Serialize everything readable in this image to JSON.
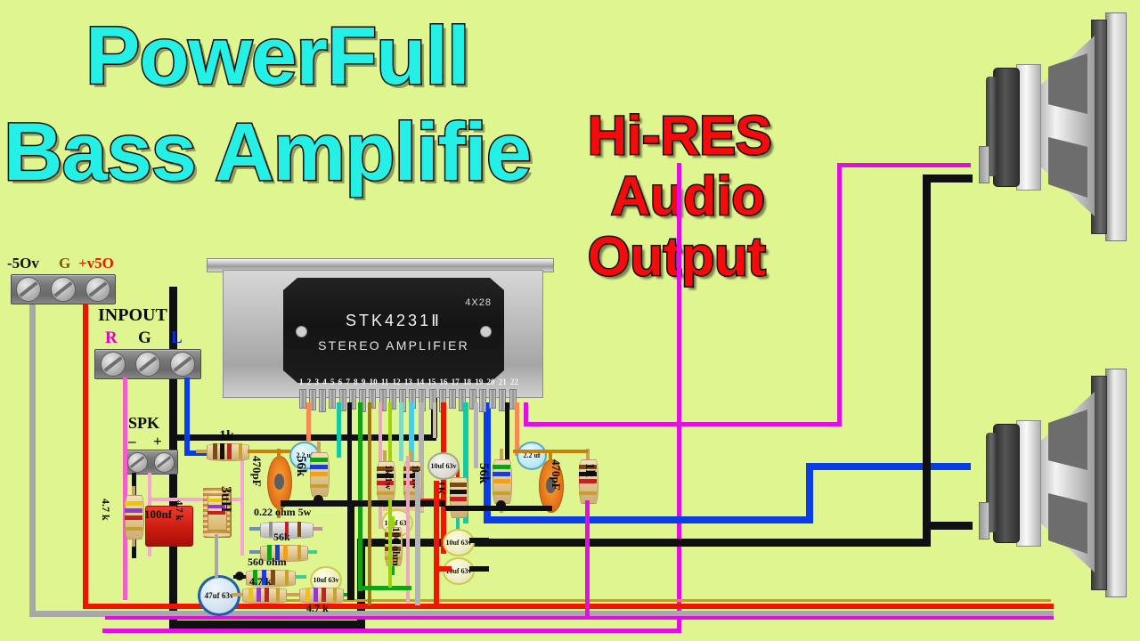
{
  "page": {
    "background_color": "#dff58f",
    "domain": "circuit-diagram"
  },
  "titles": {
    "line1": "PowerFull",
    "line2": "Bass Amplifie",
    "color_cyan": "#25f0e6",
    "color_red": "#f40c0c",
    "badge_line1": "Hi-RES",
    "badge_line2": "Audio",
    "badge_line3": "Output"
  },
  "ic": {
    "part_number": "STK4231Ⅱ",
    "subtitle": "STEREO AMPLIFIER",
    "marking": "4X28",
    "pin_count": 22,
    "pin_numbers": [
      "1",
      "2",
      "3",
      "4",
      "5",
      "6",
      "7",
      "8",
      "9",
      "10",
      "11",
      "12",
      "13",
      "14",
      "15",
      "16",
      "17",
      "18",
      "19",
      "20",
      "21",
      "22"
    ]
  },
  "terminals": {
    "power": {
      "labels": [
        "-5Ov",
        "G",
        "+v5O"
      ],
      "label_colors": [
        "#101010",
        "#7a5a00",
        "#e01b00"
      ],
      "screw_count": 3
    },
    "input": {
      "title": "INPOUT",
      "labels": [
        "R",
        "G",
        "L"
      ],
      "label_colors": [
        "#e000c8",
        "#101010",
        "#0a2fe0"
      ],
      "screw_count": 3
    },
    "speaker": {
      "title": "SPK",
      "labels": [
        "–",
        "+"
      ],
      "screw_count": 2
    }
  },
  "components": [
    {
      "id": "r-4k7-left",
      "label": "4.7 k",
      "type": "resistor"
    },
    {
      "id": "c-100nf",
      "label": "100nf",
      "type": "film-capacitor"
    },
    {
      "id": "r-4k7-pink",
      "label": "4.7 k",
      "type": "resistor"
    },
    {
      "id": "l-3uh",
      "label": "3uH",
      "type": "inductor"
    },
    {
      "id": "r-1k-top-left",
      "label": "1k",
      "type": "resistor"
    },
    {
      "id": "c-470pf-left",
      "label": "470pF",
      "type": "ceramic-capacitor"
    },
    {
      "id": "c-2u2-left",
      "label": "2.2 uf",
      "type": "electrolytic-capacitor"
    },
    {
      "id": "r-56k-left",
      "label": "56k",
      "type": "resistor"
    },
    {
      "id": "r-022ohm-5w",
      "label": "0.22 ohm 5w",
      "type": "power-resistor"
    },
    {
      "id": "r-56k-mid",
      "label": "56k",
      "type": "resistor"
    },
    {
      "id": "r-560ohm",
      "label": "560 ohm",
      "type": "resistor"
    },
    {
      "id": "c-10uf-63v-a",
      "label": "10uf 63v",
      "type": "electrolytic-capacitor"
    },
    {
      "id": "c-47uf-63v",
      "label": "47uf 63v",
      "type": "electrolytic-capacitor"
    },
    {
      "id": "r-4k7-bot-a",
      "label": "4.7 k",
      "type": "resistor"
    },
    {
      "id": "r-4k7-bot-b",
      "label": "4.7 k",
      "type": "resistor"
    },
    {
      "id": "r-1k-1w-a",
      "label": "1k 1w",
      "type": "resistor"
    },
    {
      "id": "r-1k-1w-b",
      "label": "1k 1w",
      "type": "resistor"
    },
    {
      "id": "c-10uf-63v-b",
      "label": "10uf 63v",
      "type": "electrolytic-capacitor"
    },
    {
      "id": "r-100ohm",
      "label": "100 ohm",
      "type": "resistor"
    },
    {
      "id": "r-1k-mid",
      "label": "1K",
      "type": "resistor"
    },
    {
      "id": "c-10uf-63v-c",
      "label": "10uf 63v",
      "type": "electrolytic-capacitor"
    },
    {
      "id": "c-10uf-63v-d",
      "label": "10uf 63v",
      "type": "electrolytic-capacitor"
    },
    {
      "id": "c-10uf-63v-e",
      "label": "10uf 63v",
      "type": "electrolytic-capacitor"
    },
    {
      "id": "r-56k-right",
      "label": "56k",
      "type": "resistor"
    },
    {
      "id": "c-2u2-right",
      "label": "2.2 uf",
      "type": "electrolytic-capacitor"
    },
    {
      "id": "c-470pf-right",
      "label": "470pF",
      "type": "ceramic-capacitor"
    },
    {
      "id": "r-1k-right",
      "label": "1k",
      "type": "resistor"
    }
  ],
  "speakers": [
    {
      "id": "speaker-top",
      "name": "top-speaker"
    },
    {
      "id": "speaker-bottom",
      "name": "bottom-speaker"
    }
  ],
  "wire_colors": {
    "magenta": "#e010e0",
    "blue": "#0a3de8",
    "black": "#101010",
    "red": "#ef1500",
    "gray": "#a8a8a8",
    "pink": "#f3a7d0",
    "orange": "#f58b52",
    "green": "#12a015",
    "teal": "#16c9a6",
    "cyan": "#45cfe8",
    "olive": "#9e7b14",
    "lime": "#9bd40c"
  }
}
